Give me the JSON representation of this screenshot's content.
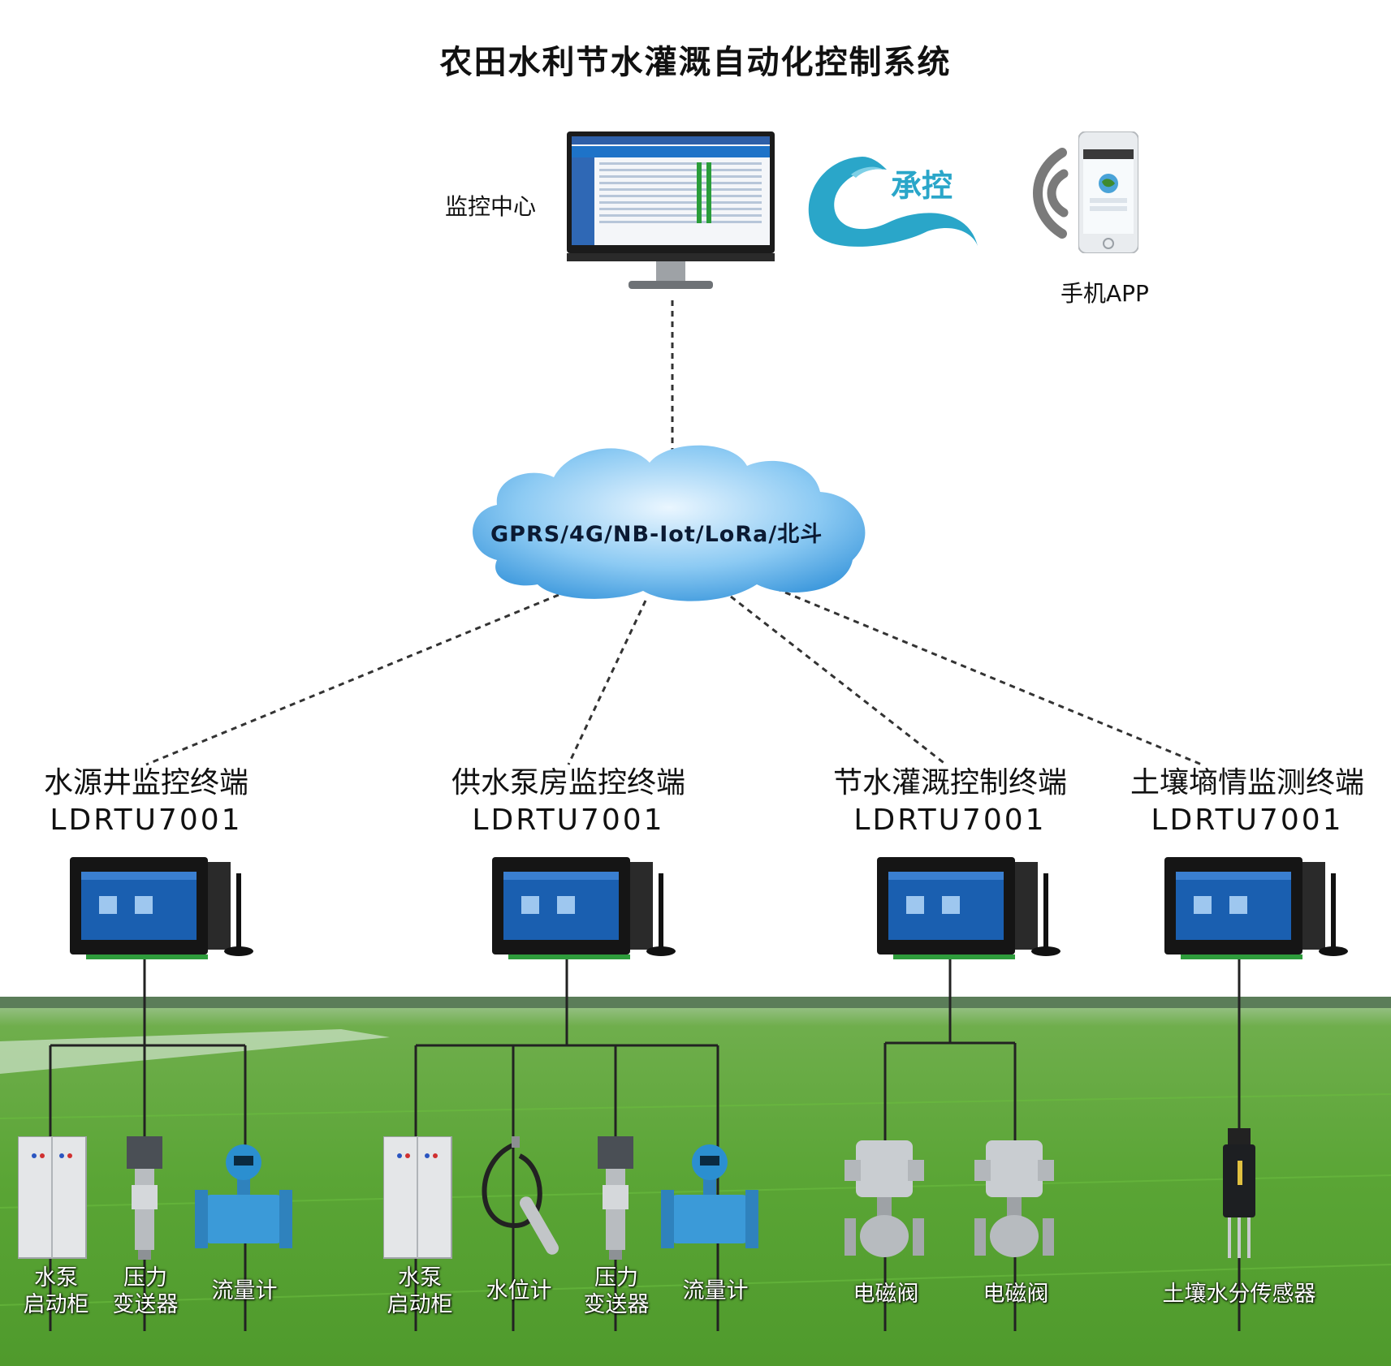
{
  "title": "农田水利节水灌溉自动化控制系统",
  "center": {
    "monitor_label": "监控中心",
    "logo_text": "承控",
    "phone_label": "手机APP"
  },
  "network": {
    "label": "GPRS/4G/NB-Iot/LoRa/北斗"
  },
  "terminals": [
    {
      "name": "水源井监控终端",
      "model": "LDRTU7001"
    },
    {
      "name": "供水泵房监控终端",
      "model": "LDRTU7001"
    },
    {
      "name": "节水灌溉控制终端",
      "model": "LDRTU7001"
    },
    {
      "name": "土壤墒情监测终端",
      "model": "LDRTU7001"
    }
  ],
  "devices": {
    "g1": [
      "水泵\n启动柜",
      "压力\n变送器",
      "流量计"
    ],
    "g2": [
      "水泵\n启动柜",
      "水位计",
      "压力\n变送器",
      "流量计"
    ],
    "g3": [
      "电磁阀",
      "电磁阀"
    ],
    "g4": [
      "土壤水分传感器"
    ]
  },
  "colors": {
    "cloud": "#3d9ee3",
    "logo": "#2aa6c9",
    "field": "#5fae3a",
    "sky_field": "#cfe6c4"
  }
}
